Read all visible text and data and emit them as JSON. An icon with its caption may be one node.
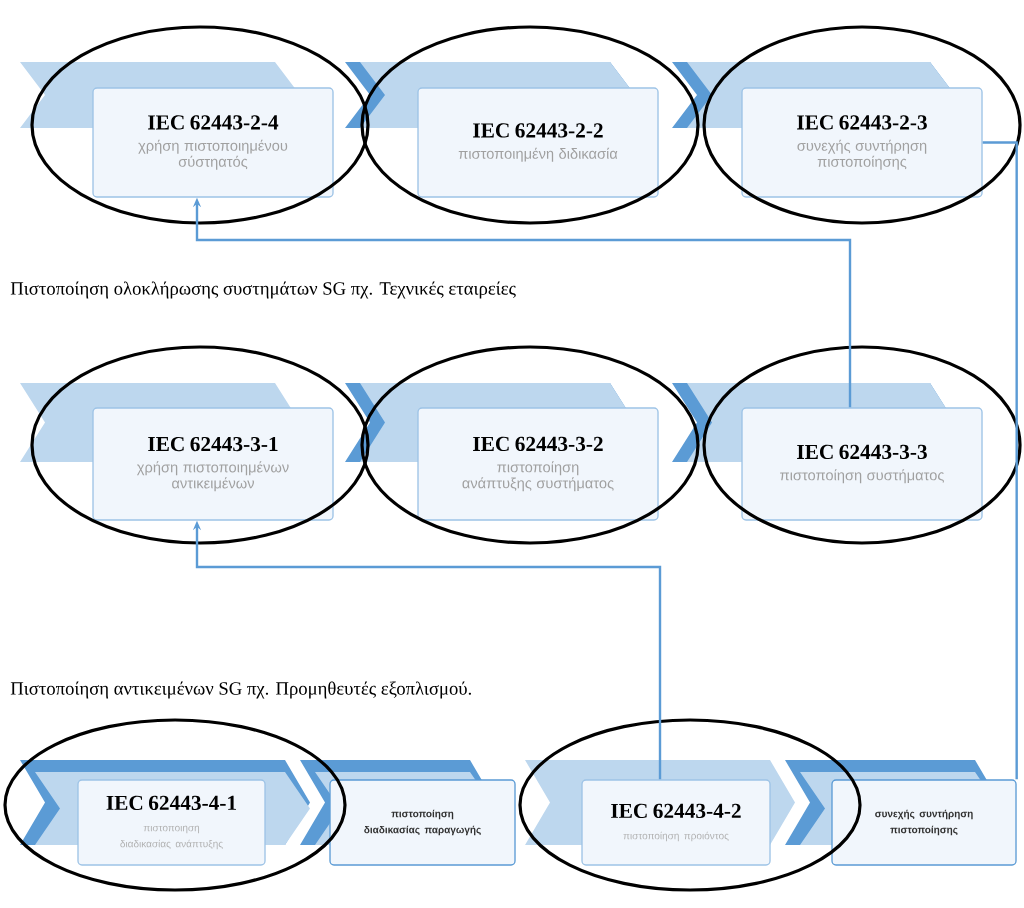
{
  "diagram": {
    "nodes": [
      {
        "text": [
          "IEC 62443-2-4",
          "χρήση πιστοποιημένου σύστηατός"
        ]
      },
      {
        "text": [
          "IEC 62443-2-2",
          "πιστοποιημένη διδικασία"
        ]
      },
      {
        "text": [
          "IEC 62443-2-3",
          "συνεχής συντήρηση πιστοποίησης"
        ]
      },
      {
        "text": [
          "IEC 62443-3-1",
          "χρήση πιστοποιημένων αντικειμένων"
        ]
      },
      {
        "text": [
          "IEC 62443-3-2",
          "πιστοποίηση ανάπτυξης συστήματος"
        ]
      },
      {
        "text": [
          "IEC 62443-3-3",
          "πιστοποίηση συστήματος"
        ]
      },
      {
        "text": [
          "IEC 62443-4-1",
          "πιστοποιηση διαδικασίας ανάπτυξης"
        ]
      },
      {
        "text": [
          "πιστοποίηση διαδικασίας παραγωγής"
        ]
      },
      {
        "text": [
          "IEC 62443-4-2",
          "πιστοποίηση προιόντος"
        ]
      },
      {
        "text": [
          "συνεχής συντήρηση πιστοποίησης"
        ]
      }
    ],
    "edges": [
      {
        "from": 5,
        "to": 0,
        "arrow": "to"
      },
      {
        "from": 8,
        "to": 3,
        "arrow": "to"
      },
      {
        "from": 2,
        "to": 9,
        "arrow": "none"
      }
    ],
    "labels": [
      "Πιστοποίηση ολοκλήρωσης συστημάτων SG πχ. Τεχνικές εταιρείες",
      "Πιστοποίηση αντικειμένων SG πχ. Προμηθευτές εξοπλισμού."
    ]
  }
}
